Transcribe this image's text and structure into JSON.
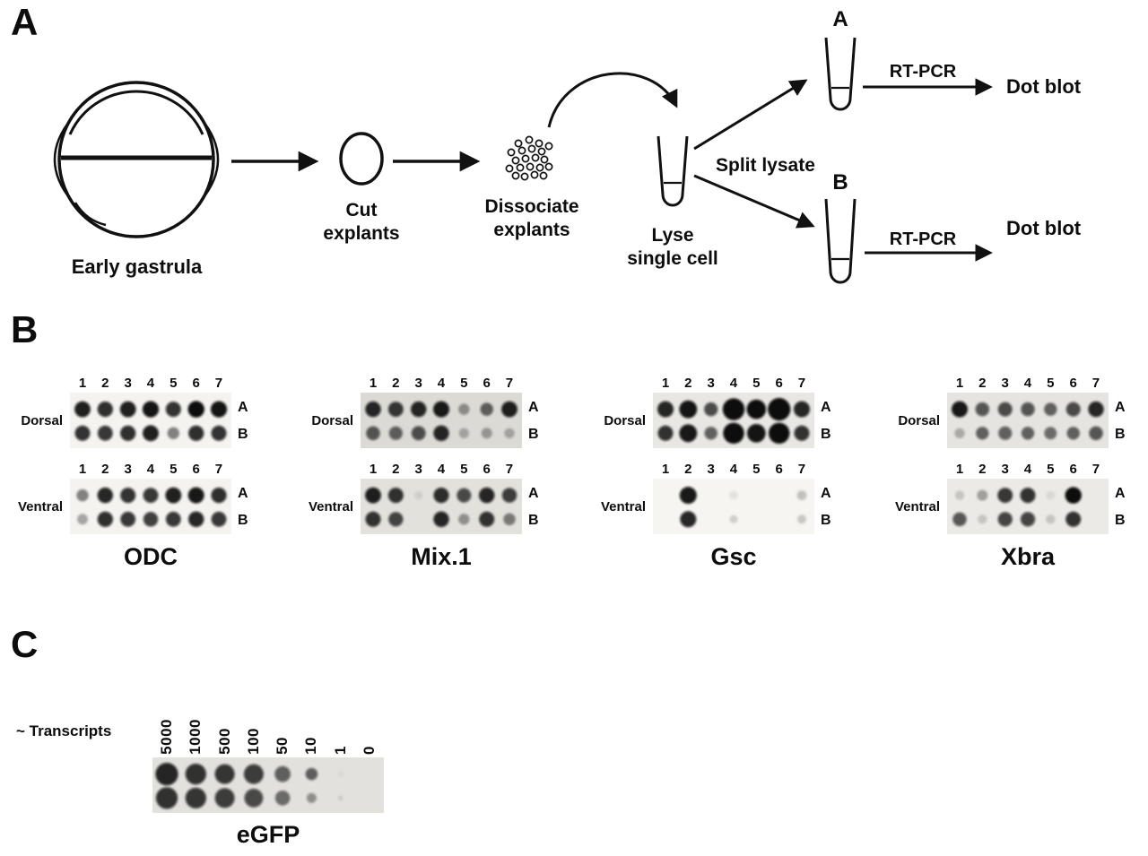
{
  "figure": {
    "panel_a_label": "A",
    "panel_b_label": "B",
    "panel_c_label": "C"
  },
  "panel_a": {
    "early_gastrula": "Early gastrula",
    "cut_explants": "Cut\nexplants",
    "dissociate_explants": "Dissociate\nexplants",
    "lyse_single_cell": "Lyse\nsingle cell",
    "split_lysate": "Split lysate",
    "tube_a_label": "A",
    "tube_b_label": "B",
    "rt_pcr_top": "RT-PCR",
    "rt_pcr_bottom": "RT-PCR",
    "dot_blot_top": "Dot blot",
    "dot_blot_bottom": "Dot blot"
  },
  "panel_b": {
    "col_labels": [
      "1",
      "2",
      "3",
      "4",
      "5",
      "6",
      "7"
    ],
    "row_label_a": "A",
    "row_label_b": "B",
    "genes": [
      {
        "name": "ODC",
        "dorsal_label": "Dorsal",
        "ventral_label": "Ventral",
        "dorsal": {
          "bg": "#f4f3f0",
          "rows": [
            {
              "v": [
                0.88,
                0.82,
                0.88,
                0.92,
                0.8,
                0.95,
                0.92
              ]
            },
            {
              "v": [
                0.8,
                0.78,
                0.82,
                0.88,
                0.45,
                0.82,
                0.8
              ]
            }
          ]
        },
        "ventral": {
          "bg": "#f4f3f0",
          "rows": [
            {
              "v": [
                0.45,
                0.85,
                0.8,
                0.78,
                0.88,
                0.9,
                0.82
              ]
            },
            {
              "v": [
                0.3,
                0.82,
                0.78,
                0.75,
                0.78,
                0.85,
                0.78
              ]
            }
          ]
        }
      },
      {
        "name": "Mix.1",
        "dorsal_label": "Dorsal",
        "ventral_label": "Ventral",
        "dorsal": {
          "bg": "#dbdad5",
          "rows": [
            {
              "v": [
                0.85,
                0.78,
                0.85,
                0.9,
                0.35,
                0.55,
                0.88
              ]
            },
            {
              "v": [
                0.65,
                0.6,
                0.68,
                0.85,
                0.25,
                0.3,
                0.25
              ]
            }
          ]
        },
        "ventral": {
          "bg": "#e2e1dc",
          "rows": [
            {
              "v": [
                0.88,
                0.8,
                0.08,
                0.82,
                0.7,
                0.85,
                0.75
              ]
            },
            {
              "v": [
                0.8,
                0.72,
                0.0,
                0.85,
                0.35,
                0.8,
                0.45
              ]
            }
          ]
        }
      },
      {
        "name": "Gsc",
        "dorsal_label": "Dorsal",
        "ventral_label": "Ventral",
        "dorsal": {
          "bg": "#e8e7e3",
          "rows": [
            {
              "v": [
                0.85,
                0.92,
                0.7,
                1.0,
                0.95,
                1.0,
                0.85
              ],
              "s": [
                1.0,
                1.1,
                0.85,
                1.35,
                1.2,
                1.4,
                1.0
              ]
            },
            {
              "v": [
                0.8,
                0.9,
                0.6,
                0.98,
                0.92,
                0.98,
                0.8
              ],
              "s": [
                0.95,
                1.1,
                0.8,
                1.3,
                1.15,
                1.3,
                0.95
              ]
            }
          ]
        },
        "ventral": {
          "bg": "#f6f5f2",
          "rows": [
            {
              "v": [
                0,
                0.9,
                0,
                0.08,
                0,
                0,
                0.2
              ],
              "s": [
                0,
                1.05,
                0,
                0.55,
                0,
                0,
                0.6
              ]
            },
            {
              "v": [
                0,
                0.85,
                0,
                0.15,
                0,
                0,
                0.18
              ],
              "s": [
                0,
                1.0,
                0,
                0.5,
                0,
                0,
                0.55
              ]
            }
          ]
        }
      },
      {
        "name": "Xbra",
        "dorsal_label": "Dorsal",
        "ventral_label": "Ventral",
        "dorsal": {
          "bg": "#e5e4e0",
          "rows": [
            {
              "v": [
                0.9,
                0.65,
                0.7,
                0.65,
                0.55,
                0.7,
                0.85
              ]
            },
            {
              "v": [
                0.25,
                0.55,
                0.6,
                0.55,
                0.5,
                0.55,
                0.65
              ]
            }
          ]
        },
        "ventral": {
          "bg": "#eceae6",
          "rows": [
            {
              "v": [
                0.15,
                0.3,
                0.78,
                0.8,
                0.08,
                0.95,
                0
              ]
            },
            {
              "v": [
                0.65,
                0.15,
                0.72,
                0.72,
                0.15,
                0.8,
                0
              ]
            }
          ]
        }
      }
    ]
  },
  "panel_c": {
    "transcripts_label": "~ Transcripts",
    "col_labels": [
      "5000",
      "1000",
      "500",
      "100",
      "50",
      "10",
      "1",
      "0"
    ],
    "blot_name": "eGFP",
    "blot": {
      "bg": "#e2e1dd",
      "rows": [
        {
          "v": [
            0.85,
            0.8,
            0.78,
            0.75,
            0.6,
            0.55,
            0.04,
            0
          ],
          "s": [
            1.15,
            1.05,
            1.0,
            1.0,
            0.8,
            0.62,
            0.3,
            0
          ]
        },
        {
          "v": [
            0.8,
            0.78,
            0.75,
            0.7,
            0.5,
            0.35,
            0.1,
            0
          ],
          "s": [
            1.1,
            1.05,
            1.0,
            0.95,
            0.75,
            0.5,
            0.25,
            0
          ]
        }
      ]
    }
  },
  "colors": {
    "ink": "#111111",
    "background": "#ffffff"
  }
}
